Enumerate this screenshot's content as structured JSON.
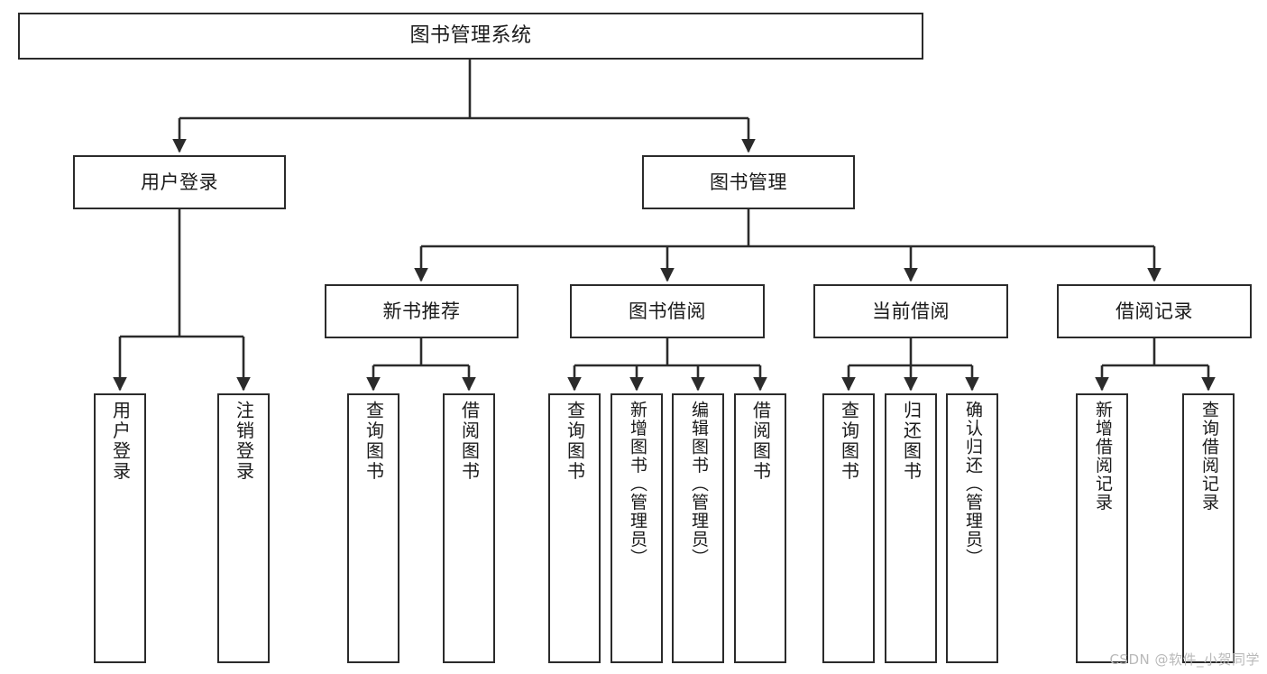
{
  "diagram": {
    "title": "图书管理系统",
    "type": "tree-hierarchy-chart",
    "watermark": "CSDN @软件_小贺同学",
    "colors": {
      "stroke": "#2b2b2b",
      "fill": "#ffffff",
      "text": "#1a1a1a",
      "watermark": "#b9b9b9"
    },
    "levels": {
      "root": {
        "label": "图书管理系统"
      },
      "level2": [
        {
          "label": "用户登录"
        },
        {
          "label": "图书管理"
        }
      ],
      "level3": [
        {
          "label": "新书推荐"
        },
        {
          "label": "图书借阅"
        },
        {
          "label": "当前借阅"
        },
        {
          "label": "借阅记录"
        }
      ],
      "leaves": {
        "user_login": [
          {
            "label": "用户登录"
          },
          {
            "label": "注销登录"
          }
        ],
        "new_book_rec": [
          {
            "label": "查询图书"
          },
          {
            "label": "借阅图书"
          }
        ],
        "book_borrow": [
          {
            "label": "查询图书"
          },
          {
            "label": "新增图书（管理员）"
          },
          {
            "label": "编辑图书（管理员）"
          },
          {
            "label": "借阅图书"
          }
        ],
        "current_borrow": [
          {
            "label": "查询图书"
          },
          {
            "label": "归还图书"
          },
          {
            "label": "确认归还（管理员）"
          }
        ],
        "borrow_record": [
          {
            "label": "新增借阅记录"
          },
          {
            "label": "查询借阅记录"
          }
        ]
      }
    }
  }
}
